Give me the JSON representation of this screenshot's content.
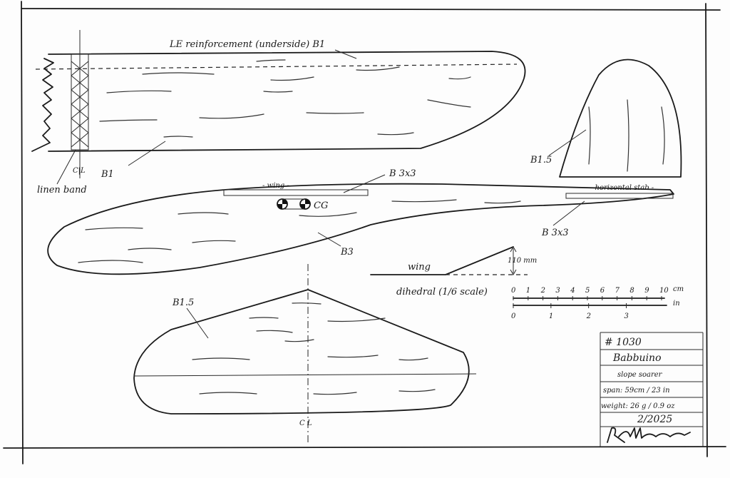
{
  "wing": {
    "le_label": "LE reinforcement (underside)  B1",
    "material": "B1",
    "centerline": "C|L",
    "linen_band": "linen band"
  },
  "fin": {
    "material": "B1.5"
  },
  "fuselage": {
    "wing_label": "- wing -",
    "wing_spar": "B 3x3",
    "cg": "CG",
    "stab_label": "- horizontal stab -",
    "stab_spar": "B 3x3",
    "material": "B3"
  },
  "dihedral": {
    "wing_label": "wing",
    "height": "110 mm",
    "caption": "dihedral (1/6 scale)"
  },
  "scale": {
    "cm_ticks": [
      "0",
      "1",
      "2",
      "3",
      "4",
      "5",
      "6",
      "7",
      "8",
      "9",
      "10"
    ],
    "cm_unit": "cm",
    "in_ticks": [
      "0",
      "1",
      "2",
      "3"
    ],
    "in_unit": "in"
  },
  "stabilizer": {
    "material": "B1.5",
    "centerline": "C L"
  },
  "title_block": {
    "number": "# 1030",
    "name": "Babbuino",
    "type": "slope soarer",
    "span": "span: 59cm / 23 in",
    "weight": "weight: 26 g / 0.9 oz",
    "date": "2/2025",
    "signature": "R. Jelidecevic"
  }
}
